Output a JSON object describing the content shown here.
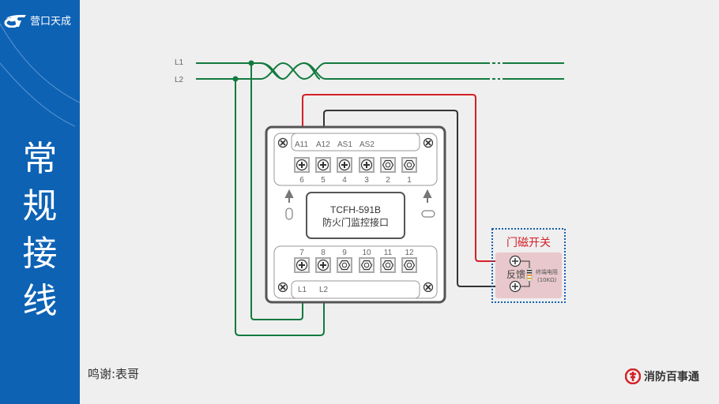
{
  "brand": {
    "name": "营口天成",
    "logo_icon": "tiancheng-logo-icon"
  },
  "sidebar": {
    "title_chars": [
      "常",
      "规",
      "接",
      "线"
    ]
  },
  "credit": "鸣谢:表哥",
  "footer_logo": {
    "name": "消防百事通",
    "icon": "fire-hydrant-logo-icon"
  },
  "diagram": {
    "bus_labels": {
      "l1": "L1",
      "l2": "L2"
    },
    "module": {
      "model": "TCFH-591B",
      "name": "防火门监控接口",
      "top_labels": [
        "A11",
        "A12",
        "AS1",
        "AS2"
      ],
      "top_terminals": [
        {
          "number": "6",
          "type": "screw"
        },
        {
          "number": "5",
          "type": "screw"
        },
        {
          "number": "4",
          "type": "screw"
        },
        {
          "number": "3",
          "type": "screw"
        },
        {
          "number": "2",
          "type": "hex"
        },
        {
          "number": "1",
          "type": "hex"
        }
      ],
      "bottom_terminals": [
        {
          "number": "7",
          "type": "screw"
        },
        {
          "number": "8",
          "type": "screw"
        },
        {
          "number": "9",
          "type": "hex"
        },
        {
          "number": "10",
          "type": "hex"
        },
        {
          "number": "11",
          "type": "hex"
        },
        {
          "number": "12",
          "type": "hex"
        }
      ],
      "bottom_labels": [
        "L1",
        "L2"
      ]
    },
    "door_switch": {
      "title": "门磁开关",
      "feedback_label": "反馈",
      "resistor_label": "终端电阻",
      "resistor_value": "(10KΩ)"
    },
    "colors": {
      "bus_wire": "#137a3f",
      "red_wire": "#d42027",
      "black_wire": "#333333",
      "sidebar": "#0d62b4",
      "switch_title": "#d42027",
      "switch_fill": "#e8c8cc",
      "switch_border": "#1560b0"
    }
  }
}
